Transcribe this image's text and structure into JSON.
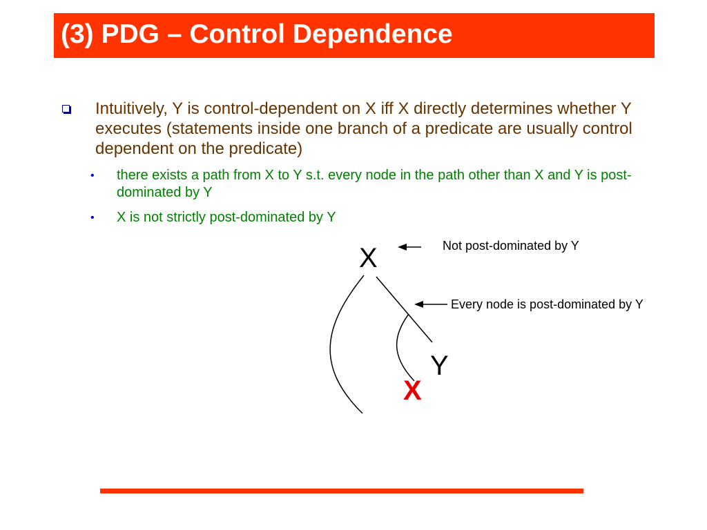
{
  "slide": {
    "title": "(3) PDG – Control Dependence",
    "main_bullet": "Intuitively, Y is control-dependent on X iff X directly determines whether Y executes (statements inside one branch of a predicate are usually control dependent on the predicate)",
    "sub_bullets": [
      "there exists a path from X to Y s.t. every node in the path other than X and Y is post-dominated by Y",
      "X is not strictly post-dominated by Y"
    ],
    "bullet_glyph": "•"
  },
  "diagram": {
    "node_x": "X",
    "node_y": "Y",
    "annotation_top": "Not post-dominated by Y",
    "annotation_middle": "Every node is post-dominated by Y",
    "cross_mark": "X",
    "colors": {
      "title_bg": "#ff3300",
      "main_text": "#663300",
      "sub_text": "#008000",
      "cross": "#e60000"
    }
  }
}
